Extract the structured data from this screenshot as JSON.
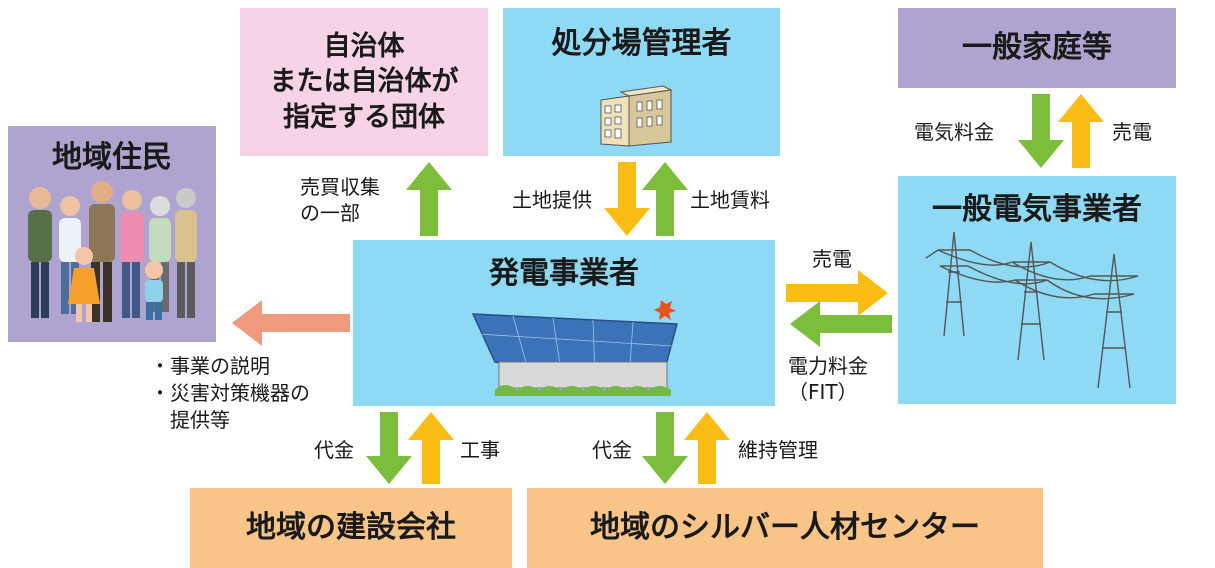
{
  "colors": {
    "blue_box": "#8ed9f4",
    "pink_box": "#f6d3e6",
    "purple_box": "#aea4cf",
    "orange_box": "#f8c488",
    "arrow_green": "#7dbd3c",
    "arrow_yellow": "#fbbc14",
    "arrow_salmon": "#f19a7e"
  },
  "boxes": {
    "residents": {
      "title": "地域住民",
      "illustration": "family-group"
    },
    "municipality": {
      "title_lines": [
        "自治体",
        "または自治体が",
        "指定する団体"
      ]
    },
    "landfill": {
      "title": "処分場管理者",
      "illustration": "building"
    },
    "households": {
      "title": "一般家庭等"
    },
    "utility": {
      "title": "一般電気事業者",
      "illustration": "transmission-towers"
    },
    "generator": {
      "title": "発電事業者",
      "illustration": "solar-panel"
    },
    "construction": {
      "title": "地域の建設会社"
    },
    "silver_center": {
      "title": "地域のシルバー人材センター"
    }
  },
  "flows": {
    "to_municipality": {
      "label_lines": [
        "売買収集",
        "の一部"
      ]
    },
    "land_provide": {
      "label": "土地提供"
    },
    "land_rent": {
      "label": "土地賃料"
    },
    "household_fee": {
      "label": "電気料金"
    },
    "household_sell": {
      "label": "売電"
    },
    "sell_power": {
      "label": "売電"
    },
    "power_fee": {
      "label_lines": [
        "電力料金",
        "（FIT）"
      ]
    },
    "to_residents": {
      "label_lines": [
        "・事業の説明",
        "・災害対策機器の",
        "　提供等"
      ]
    },
    "construction_pay": {
      "label": "代金"
    },
    "construction_work": {
      "label": "工事"
    },
    "silver_pay": {
      "label": "代金"
    },
    "silver_work": {
      "label": "維持管理"
    }
  }
}
